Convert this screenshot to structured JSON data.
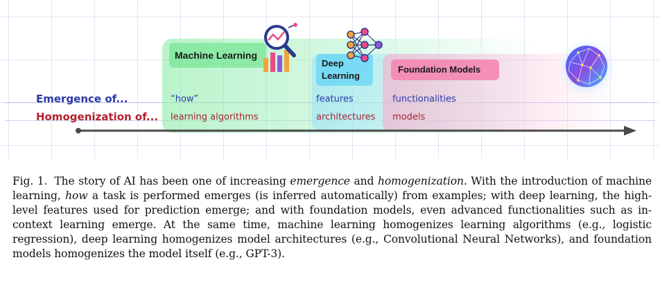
{
  "figure": {
    "band_labels": {
      "machine_learning": "Machine Learning",
      "deep_learning_line1": "Deep",
      "deep_learning_line2": "Learning",
      "foundation_models": "Foundation Models"
    },
    "row_headers": {
      "emergence": "Emergence of...",
      "homogenization": "Homogenization of..."
    },
    "emergence_cells": {
      "machine_learning": "“how”",
      "deep_learning": "features",
      "foundation_models": "functionalities"
    },
    "homogenization_cells": {
      "machine_learning": "learning algorithms",
      "deep_learning": "architectures",
      "foundation_models": "models"
    },
    "icons": {
      "machine_learning": "magnifier-bar-chart-icon",
      "deep_learning": "neural-network-icon",
      "foundation_models": "glowing-sphere-icon"
    },
    "colors": {
      "emergence_text": "#2a39a8",
      "homogenization_text": "#b3202e",
      "ml_band": "#82eba0",
      "dl_band": "#96e1fa",
      "fm_band": "#faaac8"
    }
  },
  "caption": {
    "fig_label": "Fig. 1.",
    "s1": "The story of AI has been one of increasing ",
    "s1_em1": "emergence",
    "s1_and": " and ",
    "s1_em2": "homogenization",
    "s1_end": ". With the introduction of machine learning, ",
    "s2_em": "how",
    "s2_rest": " a task is performed emerges (is inferred automatically) from examples; with deep learning, the high-level features used for prediction emerge; and with foundation models, even advanced functionalities such as in-context learning emerge. At the same time, machine learning homogenizes learning algorithms (e.g., logistic regression), deep learning homogenizes model architectures (e.g., Convolutional Neural Networks), and foundation models homogenizes the model itself (e.g., GPT-3)."
  }
}
